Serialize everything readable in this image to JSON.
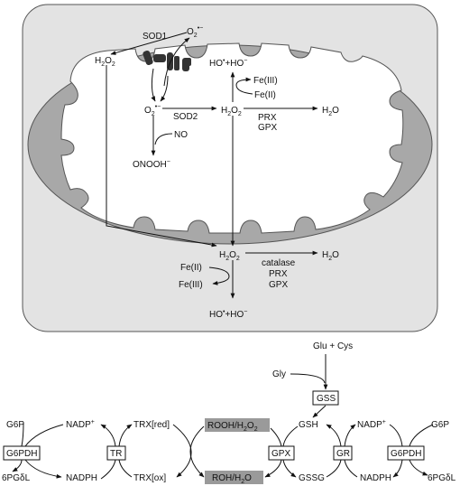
{
  "cell": {
    "sod1": "SOD1",
    "o2_sup_top": "O",
    "o2_sup_top_sub": "2",
    "o2_sup_top_sup": "•−",
    "h2o2_left": "H",
    "h2o2_left_sub": "2",
    "h2o2_left_o": "O",
    "h2o2_left_sub2": "2",
    "fe3_mito": "Fe(III)",
    "fe2_mito": "Fe(II)",
    "o2_sup_mito": "O",
    "o2_sup_mito_sub": "2",
    "o2_sup_mito_sup": "•−",
    "sod2": "SOD2",
    "h2o2_mito": "H",
    "h2o2_mito_sub": "2",
    "h2o2_mito_o": "O",
    "h2o2_mito_sub2": "2",
    "prx_mito": "PRX",
    "gpx_mito": "GPX",
    "h2o_mito": "H",
    "h2o_mito_sub": "2",
    "h2o_mito_o": "O",
    "no": "NO",
    "onooh": "ONOOH",
    "onooh_sup": "−",
    "h2o2_cyto": "H",
    "h2o2_cyto_sub": "2",
    "h2o2_cyto_o": "O",
    "h2o2_cyto_sub2": "2",
    "catalase": "catalase",
    "prx_cyto": "PRX",
    "gpx_cyto": "GPX",
    "h2o_cyto": "H",
    "h2o_cyto_sub": "2",
    "h2o_cyto_o": "O",
    "fe2_cyto": "Fe(II)",
    "fe3_cyto": "Fe(III)",
    "hydroxyl_ho": "HO",
    "hydroxyl_dot": "•",
    "hydroxyl_plus": "+HO",
    "hydroxyl_minus": "−"
  },
  "pathway": {
    "glu_cys": "Glu + Cys",
    "gly": "Gly",
    "gss": "GSS",
    "gsh": "GSH",
    "gssg": "GSSG",
    "g6p_left": "G6P",
    "nadp_left": "NADP",
    "nadp_left_sup": "+",
    "g6pdh_left": "G6PDH",
    "tr": "TR",
    "trx_red": "TRX[red]",
    "trx_ox": "TRX[ox]",
    "pgdl_left": "6PGδL",
    "nadph_left": "NADPH",
    "rooh": "ROOH/H",
    "rooh_sub": "2",
    "rooh_o": "O",
    "rooh_sub2": "2",
    "roh": "ROH/H",
    "roh_sub": "2",
    "roh_o": "O",
    "gpx": "GPX",
    "gr": "GR",
    "nadp_right": "NADP",
    "nadp_right_sup": "+",
    "nadph_right": "NADPH",
    "g6pdh_right": "G6PDH",
    "g6p_right": "G6P",
    "pgdl_right": "6PGδL"
  },
  "colors": {
    "cell_fill": "#e3e3e3",
    "mito_fill": "#a8a8a8",
    "matrix_fill": "#ffffff",
    "highlight_fill": "#9a9a9a",
    "complex_fill": "#333333"
  }
}
